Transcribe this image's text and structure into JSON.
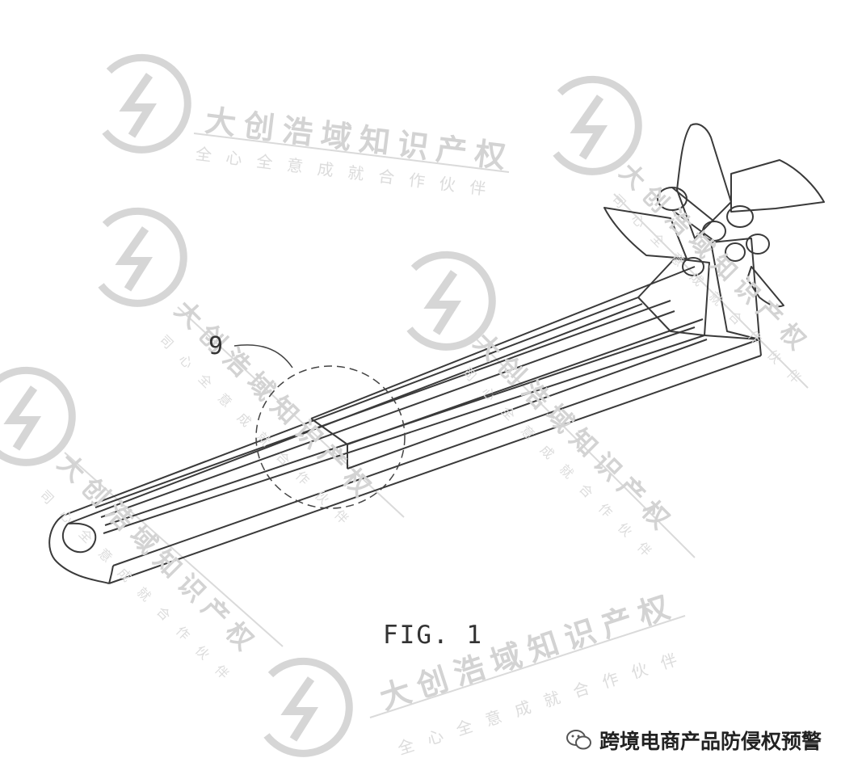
{
  "figure": {
    "label": "FIG. 1",
    "reference_numeral": "9"
  },
  "watermark": {
    "company": "大创浩域知识产权",
    "slogan": "全心全意成就合作伙伴",
    "fragment_company": "大创浩域知识产权",
    "fragment_slogan": "司心全意成就合作伙伴",
    "logo": "dachuang-logo-icon"
  },
  "footer": {
    "account_name": "跨境电商产品防侵权预警",
    "icon": "wechat-icon"
  },
  "colors": {
    "line": "#3a3a3a",
    "watermark": "#d0d0d0",
    "background": "#ffffff"
  }
}
